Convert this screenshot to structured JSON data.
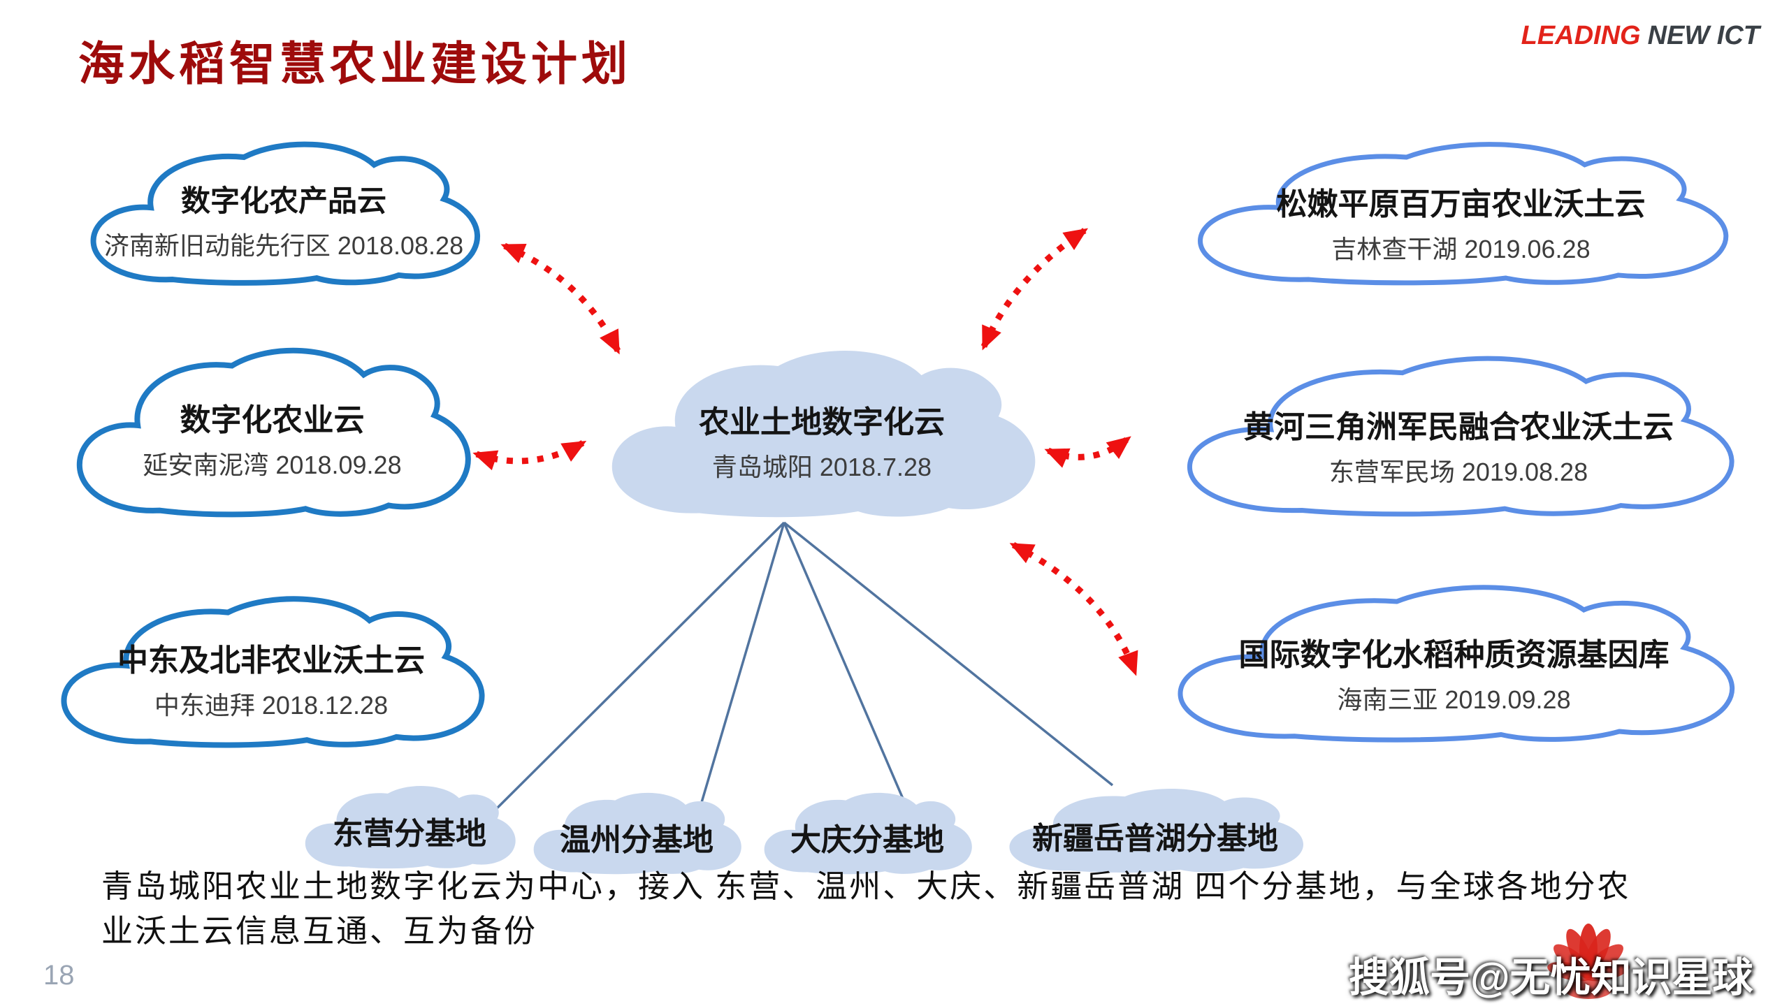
{
  "slide": {
    "title": "海水稻智慧农业建设计划",
    "page_number": "18",
    "watermark_text": "搜狐号@无忧知识星球"
  },
  "logo": {
    "leading": "LEADING",
    "rest": "NEW ICT"
  },
  "colors": {
    "title_red": "#9e0b0b",
    "left_cloud_outline": "#1f7ac4",
    "right_cloud_outline": "#5b8ee6",
    "filled_cloud_blue": "#c9d8ee",
    "arrow_red": "#ee1111",
    "line_blue": "#51749f"
  },
  "diagram": {
    "center_cloud": {
      "title": "农业土地数字化云",
      "subtitle": "青岛城阳 2018.7.28"
    },
    "left_clouds": [
      {
        "title": "数字化农产品云",
        "subtitle": "济南新旧动能先行区 2018.08.28"
      },
      {
        "title": "数字化农业云",
        "subtitle": "延安南泥湾 2018.09.28"
      },
      {
        "title": "中东及北非农业沃土云",
        "subtitle": "中东迪拜 2018.12.28"
      }
    ],
    "right_clouds": [
      {
        "title": "松嫩平原百万亩农业沃土云",
        "subtitle": "吉林查干湖 2019.06.28"
      },
      {
        "title": "黄河三角洲军民融合农业沃土云",
        "subtitle": "东营军民场 2019.08.28"
      },
      {
        "title": "国际数字化水稻种质资源基因库",
        "subtitle": "海南三亚 2019.09.28"
      }
    ],
    "base_clouds": [
      "东营分基地",
      "温州分基地",
      "大庆分基地",
      "新疆岳普湖分基地"
    ],
    "red_arrow_links": [
      [
        "农业土地数字化云",
        "数字化农产品云"
      ],
      [
        "农业土地数字化云",
        "数字化农业云"
      ],
      [
        "农业土地数字化云",
        "松嫩平原百万亩农业沃土云"
      ],
      [
        "农业土地数字化云",
        "黄河三角洲军民融合农业沃土云"
      ],
      [
        "农业土地数字化云",
        "国际数字化水稻种质资源基因库"
      ]
    ],
    "blue_line_links": [
      [
        "农业土地数字化云",
        "东营分基地"
      ],
      [
        "农业土地数字化云",
        "温州分基地"
      ],
      [
        "农业土地数字化云",
        "大庆分基地"
      ],
      [
        "农业土地数字化云",
        "新疆岳普湖分基地"
      ]
    ]
  },
  "caption": "青岛城阳农业土地数字化云为中心，接入 东营、温州、大庆、新疆岳普湖 四个分基地，与全球各地分农业沃土云信息互通、互为备份"
}
